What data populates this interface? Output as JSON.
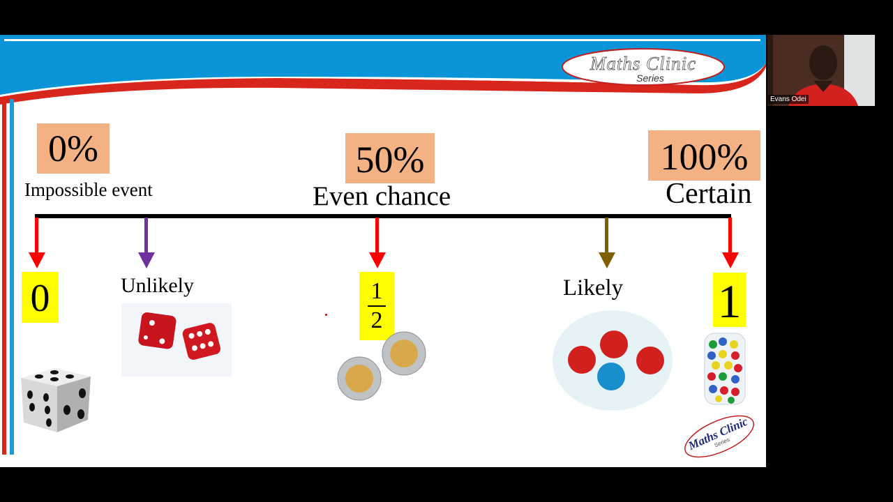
{
  "slide": {
    "logo": {
      "title": "Maths Clinic",
      "subtitle": "Series"
    },
    "scale": {
      "top_labels": [
        {
          "percent": "0%",
          "caption": "Impossible event"
        },
        {
          "percent": "50%",
          "caption": "Even chance"
        },
        {
          "percent": "100%",
          "caption": "Certain"
        }
      ],
      "markers": [
        {
          "label": "0",
          "arrow_color": "#ff0000",
          "image": "single-white-die-icon"
        },
        {
          "label": "Unlikely",
          "arrow_color": "#7030a0",
          "image": "two-red-dice-icon"
        },
        {
          "label_numerator": "1",
          "label_denominator": "2",
          "arrow_color": "#ff0000",
          "image": "two-coins-icon"
        },
        {
          "label": "Likely",
          "arrow_color": "#7f6000",
          "image": "three-red-one-blue-balls-icon"
        },
        {
          "label": "1",
          "arrow_color": "#ff0000",
          "image": "bag-of-colored-balls-icon"
        }
      ]
    },
    "watermark": {
      "title": "Maths Clinic",
      "subtitle": "Series"
    },
    "colors": {
      "header_blue": "#0a95d9",
      "accent_red": "#d9261c",
      "percent_box": "#f4b183",
      "value_box": "#ffff00"
    }
  },
  "video": {
    "participant_name": "Evans Odei"
  }
}
